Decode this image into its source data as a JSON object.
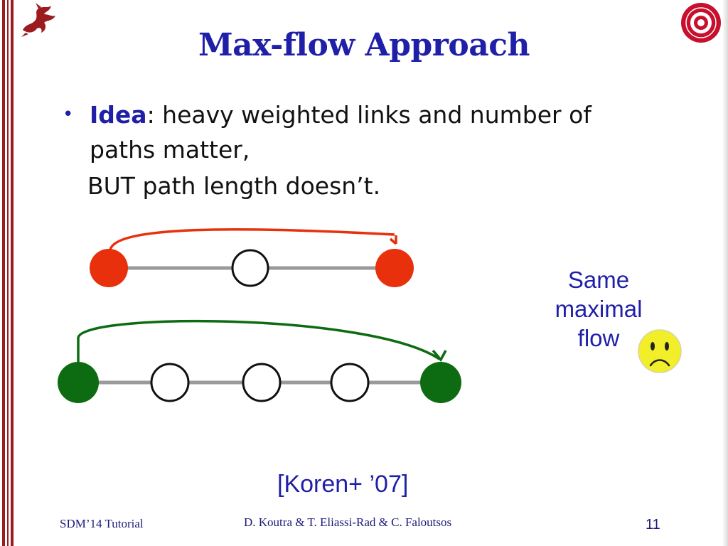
{
  "title": "Max-flow Approach",
  "bullet": {
    "marker": "•",
    "label": "Idea",
    "text": ": heavy weighted links and number of paths matter,",
    "continuation": "BUT path length doesn’t."
  },
  "side_note": {
    "line1": "Same",
    "line2": "maximal",
    "line3": "flow"
  },
  "citation": "[Koren+ ’07]",
  "footer": {
    "left": "SDM’14 Tutorial",
    "center": "D. Koutra & T. Eliassi-Rad & C. Faloutsos",
    "page_number": "11"
  },
  "colors": {
    "title": "#1f1fa8",
    "accent_red": "#e8300c",
    "accent_green": "#0d6b12",
    "edge_gray": "#9a9a9a",
    "rail": "#9b1b1f",
    "smiley": "#f2ee2a"
  },
  "icons": {
    "left_logo": "dragon-icon",
    "right_logo": "university-seal-icon",
    "emoji": "sad-face-icon"
  }
}
